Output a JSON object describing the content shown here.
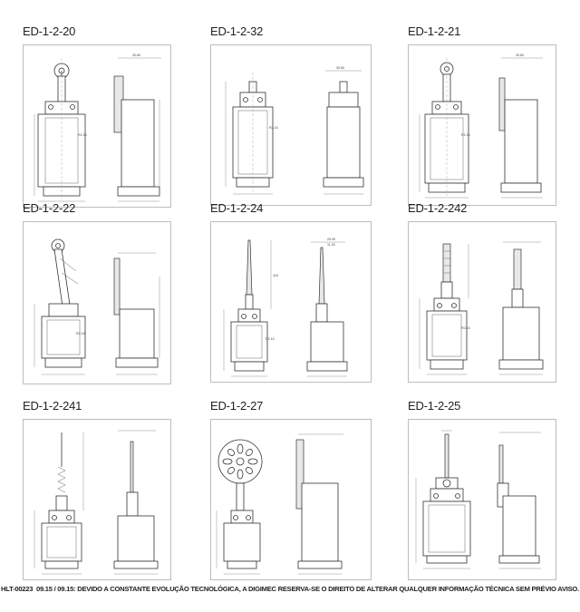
{
  "models": [
    {
      "id": "ed-1-2-20",
      "title": "ED-1-2-20",
      "actuator": "roller-lever"
    },
    {
      "id": "ed-1-2-32",
      "title": "ED-1-2-32",
      "actuator": "plunger"
    },
    {
      "id": "ed-1-2-21",
      "title": "ED-1-2-21",
      "actuator": "roller-lever"
    },
    {
      "id": "ed-1-2-22",
      "title": "ED-1-2-22",
      "actuator": "adjustable-lever"
    },
    {
      "id": "ed-1-2-24",
      "title": "ED-1-2-24",
      "actuator": "spring-rod"
    },
    {
      "id": "ed-1-2-242",
      "title": "ED-1-2-242",
      "actuator": "spring-rod"
    },
    {
      "id": "ed-1-2-241",
      "title": "ED-1-2-241",
      "actuator": "spring-wire"
    },
    {
      "id": "ed-1-2-27",
      "title": "ED-1-2-27",
      "actuator": "wheel-lever"
    },
    {
      "id": "ed-1-2-25",
      "title": "ED-1-2-25",
      "actuator": "rod-lever"
    }
  ],
  "labels": {
    "mounting_holes": "R2.15 / 4 mm mounting holes",
    "width": "30.60",
    "depth_a": "29.40",
    "depth_b": "11.30",
    "plunger_height": "118",
    "roller": "R25"
  },
  "footer": {
    "doc_code": "HLT-00223",
    "revision": "09.15 /  09.15:",
    "notice": "DEVIDO A CONSTANTE EVOLUÇÃO TECNOLÓGICA, A DIGIMEC RESERVA-SE O DIREITO DE ALTERAR QUALQUER  INFORMAÇÃO TÉCNICA SEM PRÉVIO AVISO."
  }
}
